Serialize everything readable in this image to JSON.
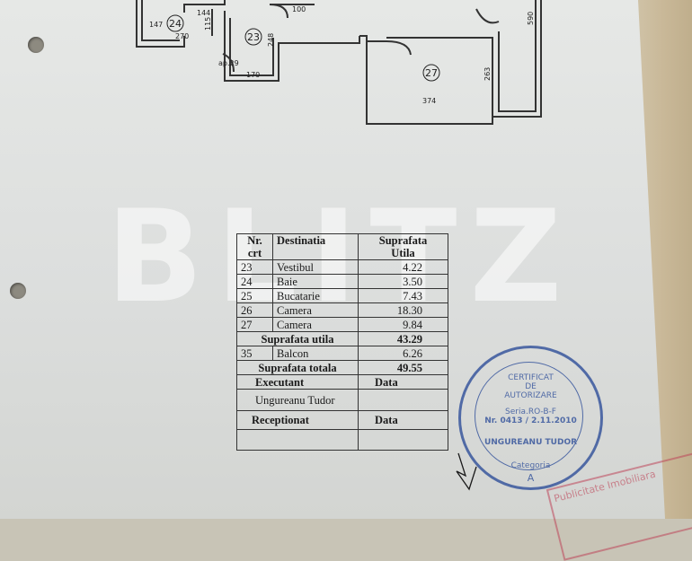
{
  "floor_plan": {
    "rooms": [
      {
        "id": "24",
        "dims": [
          "147",
          "270",
          "144",
          "115"
        ]
      },
      {
        "id": "23",
        "dims": [
          "100",
          "248",
          "170",
          "ap.29"
        ]
      },
      {
        "id": "27",
        "dims": [
          "374",
          "263",
          "590"
        ]
      }
    ]
  },
  "watermark": "BLITZ",
  "table": {
    "head": {
      "nr": "Nr.",
      "crt": "crt",
      "destinatia": "Destinatia",
      "suprafata": "Suprafata",
      "utila": "Utila"
    },
    "rows": [
      {
        "nr": "23",
        "name": "Vestibul",
        "area": "4.22"
      },
      {
        "nr": "24",
        "name": "Baie",
        "area": "3.50"
      },
      {
        "nr": "25",
        "name": "Bucatarie",
        "area": "7.43"
      },
      {
        "nr": "26",
        "name": "Camera",
        "area": "18.30"
      },
      {
        "nr": "27",
        "name": "Camera",
        "area": "9.84"
      }
    ],
    "utila_label": "Suprafata utila",
    "utila_value": "43.29",
    "balcon": {
      "nr": "35",
      "name": "Balcon",
      "area": "6.26"
    },
    "totala_label": "Suprafata totala",
    "totala_value": "49.55",
    "executant_label": "Executant",
    "data_label": "Data",
    "executant_name": "Ungureanu Tudor",
    "receptionat_label": "Receptionat",
    "data_label_2": "Data"
  },
  "stamp": {
    "line1": "CERTIFICAT",
    "line2": "DE",
    "line3": "AUTORIZARE",
    "line4": "Seria.RO-B-F",
    "line5": "Nr. 0413 / 2.11.2010",
    "line6": "UNGUREANU TUDOR",
    "line7": "Categoria",
    "line8": "A"
  },
  "corner_stamp": "Publicitate Imobiliara",
  "colors": {
    "stamp_blue": "#2f4f9a",
    "paper": "#dcdedd"
  }
}
